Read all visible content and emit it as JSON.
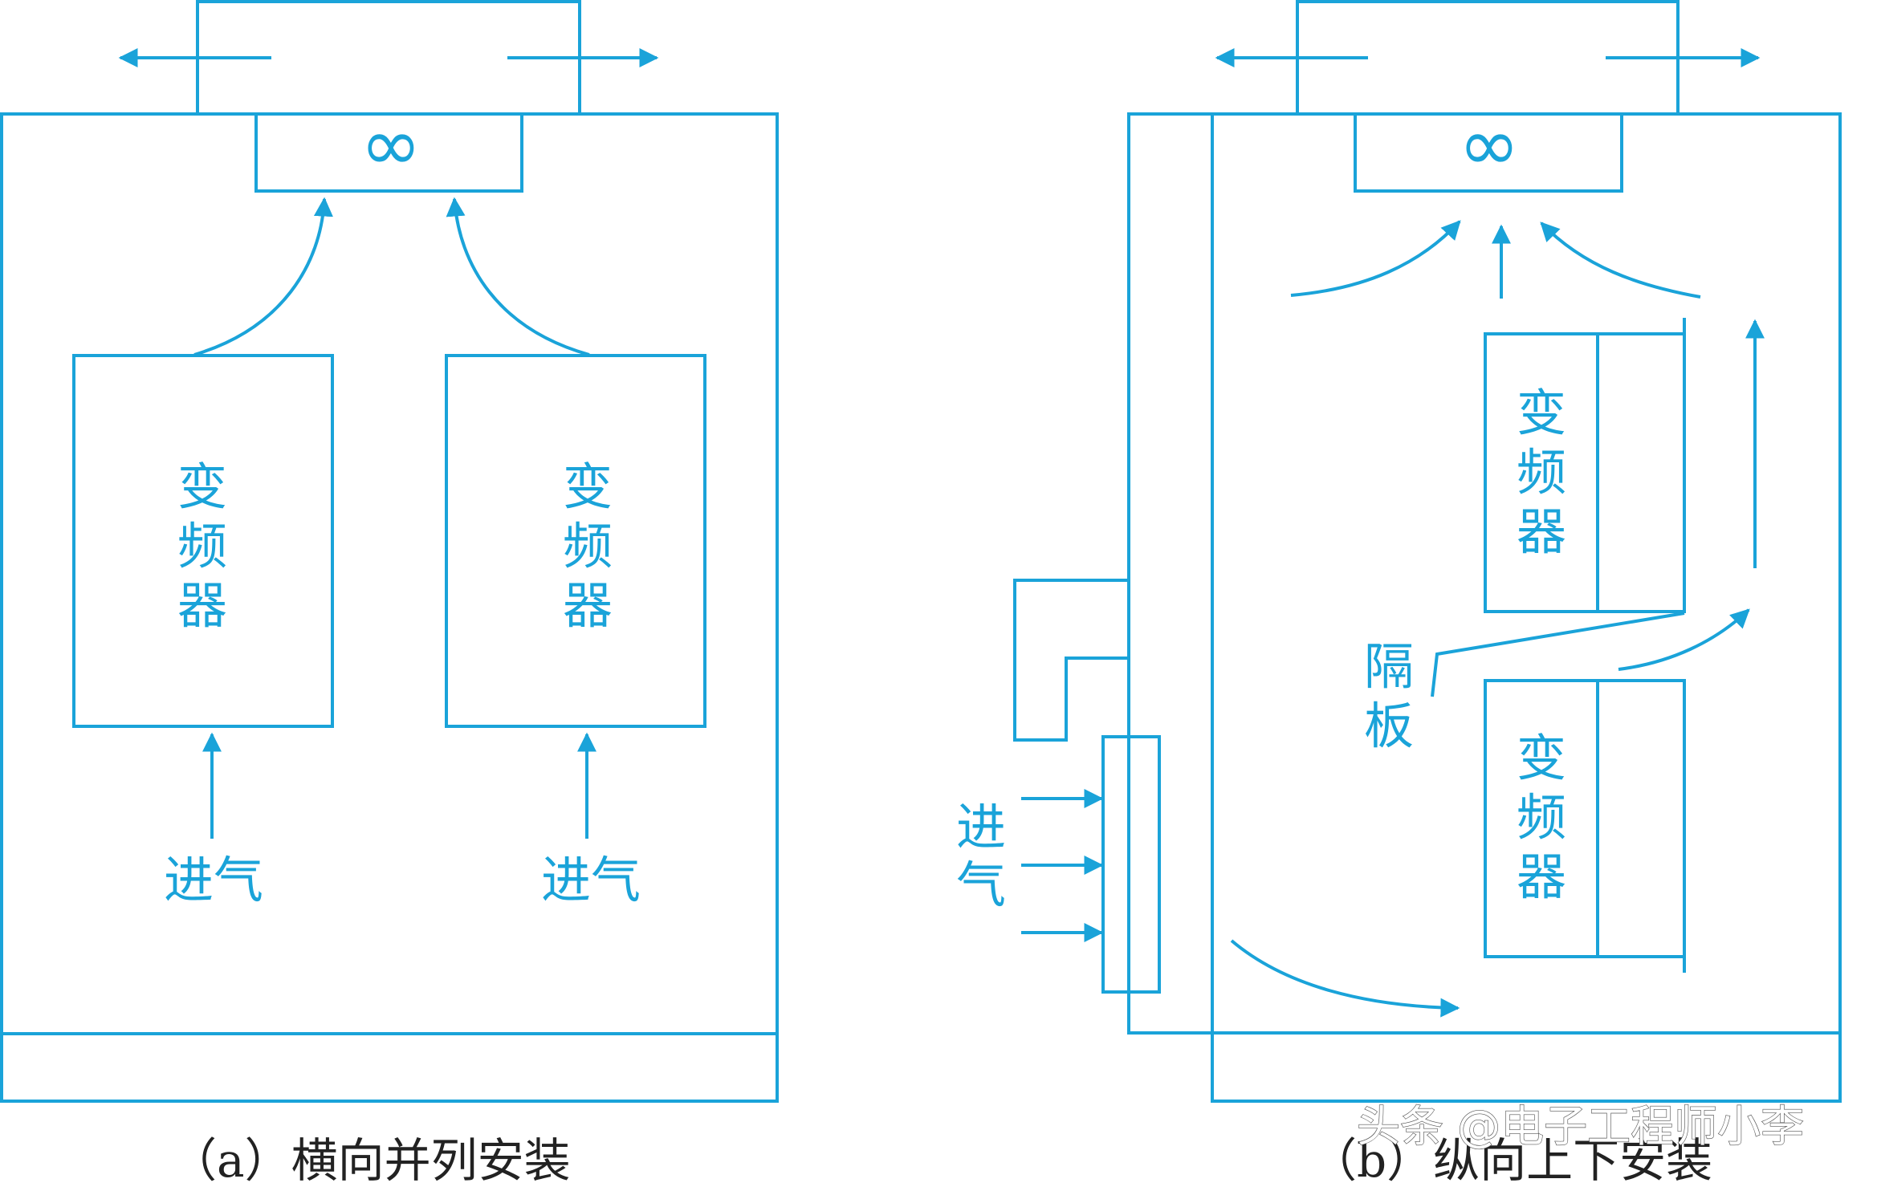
{
  "colors": {
    "stroke": "#1aa3d9",
    "caption": "#222222",
    "watermark_outline": "#555555"
  },
  "icons": {
    "fan": "infinity-fan-symbol",
    "arrow": "arrowhead"
  },
  "diagram_a": {
    "fan_symbol": "∞",
    "inverter_left": {
      "line1": "变",
      "line2": "频",
      "line3": "器"
    },
    "inverter_right": {
      "line1": "变",
      "line2": "频",
      "line3": "器"
    },
    "intake_left": "进气",
    "intake_right": "进气",
    "caption": "（a）横向并列安装"
  },
  "diagram_b": {
    "fan_symbol": "∞",
    "inverter_top": {
      "line1": "变",
      "line2": "频",
      "line3": "器"
    },
    "inverter_bottom": {
      "line1": "变",
      "line2": "频",
      "line3": "器"
    },
    "intake": {
      "line1": "进",
      "line2": "气"
    },
    "partition": {
      "line1": "隔",
      "line2": "板"
    },
    "caption": "（b）纵向上下安装"
  },
  "watermark": "头条 @电子工程师小李"
}
